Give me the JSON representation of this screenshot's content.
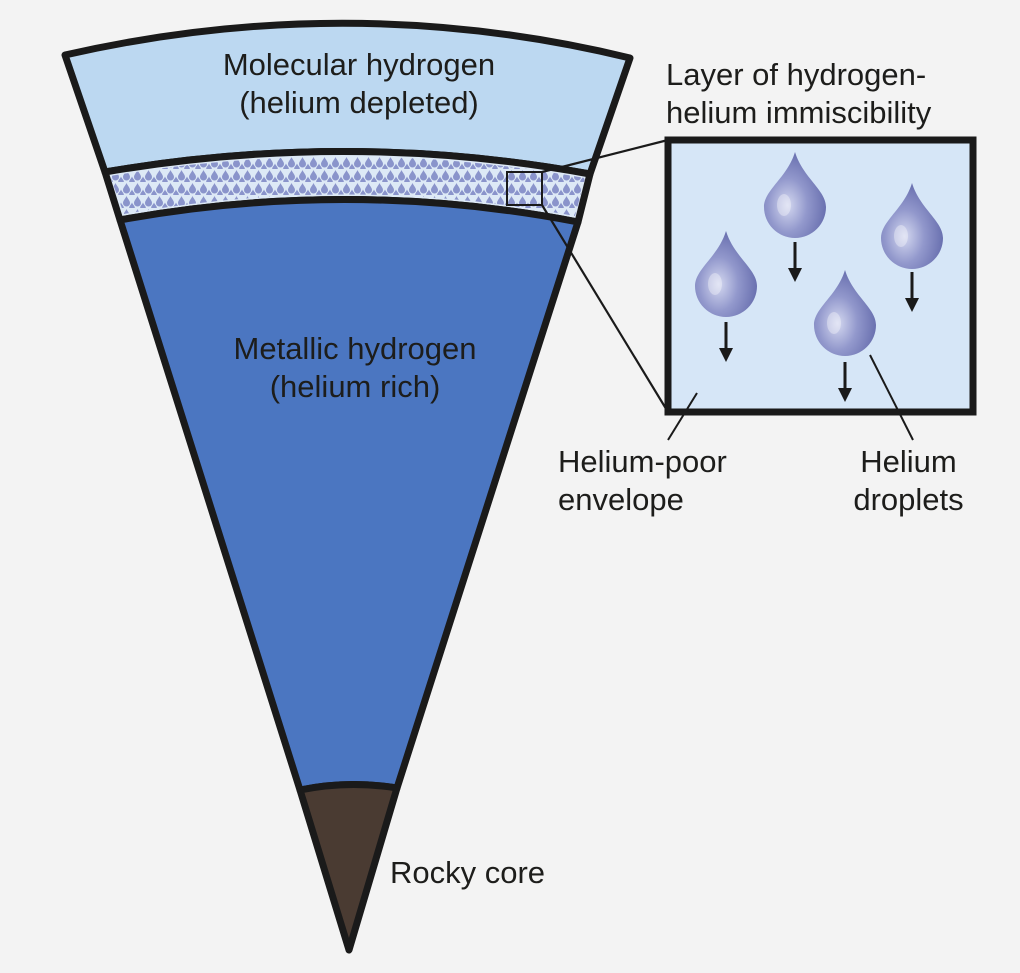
{
  "layers": {
    "molecular": {
      "line1": "Molecular hydrogen",
      "line2": "(helium depleted)"
    },
    "immiscible": {
      "line1": "Layer of hydrogen-",
      "line2": "helium immiscibility"
    },
    "metallic": {
      "line1": "Metallic hydrogen",
      "line2": "(helium rich)"
    },
    "core": {
      "label": "Rocky core"
    }
  },
  "inset": {
    "envelope": {
      "line1": "Helium-poor",
      "line2": "envelope"
    },
    "droplets": {
      "line1": "Helium",
      "line2": "droplets"
    }
  },
  "colors": {
    "background": "#f3f3f3",
    "molecular_fill": "#bcd8f1",
    "immiscible_fill": "#dde9f6",
    "metallic_fill": "#4b76c1",
    "core_fill": "#4a3b32",
    "inset_fill": "#d6e6f7",
    "droplet_fill": "#7c84be",
    "outline": "#1a1a1a"
  }
}
